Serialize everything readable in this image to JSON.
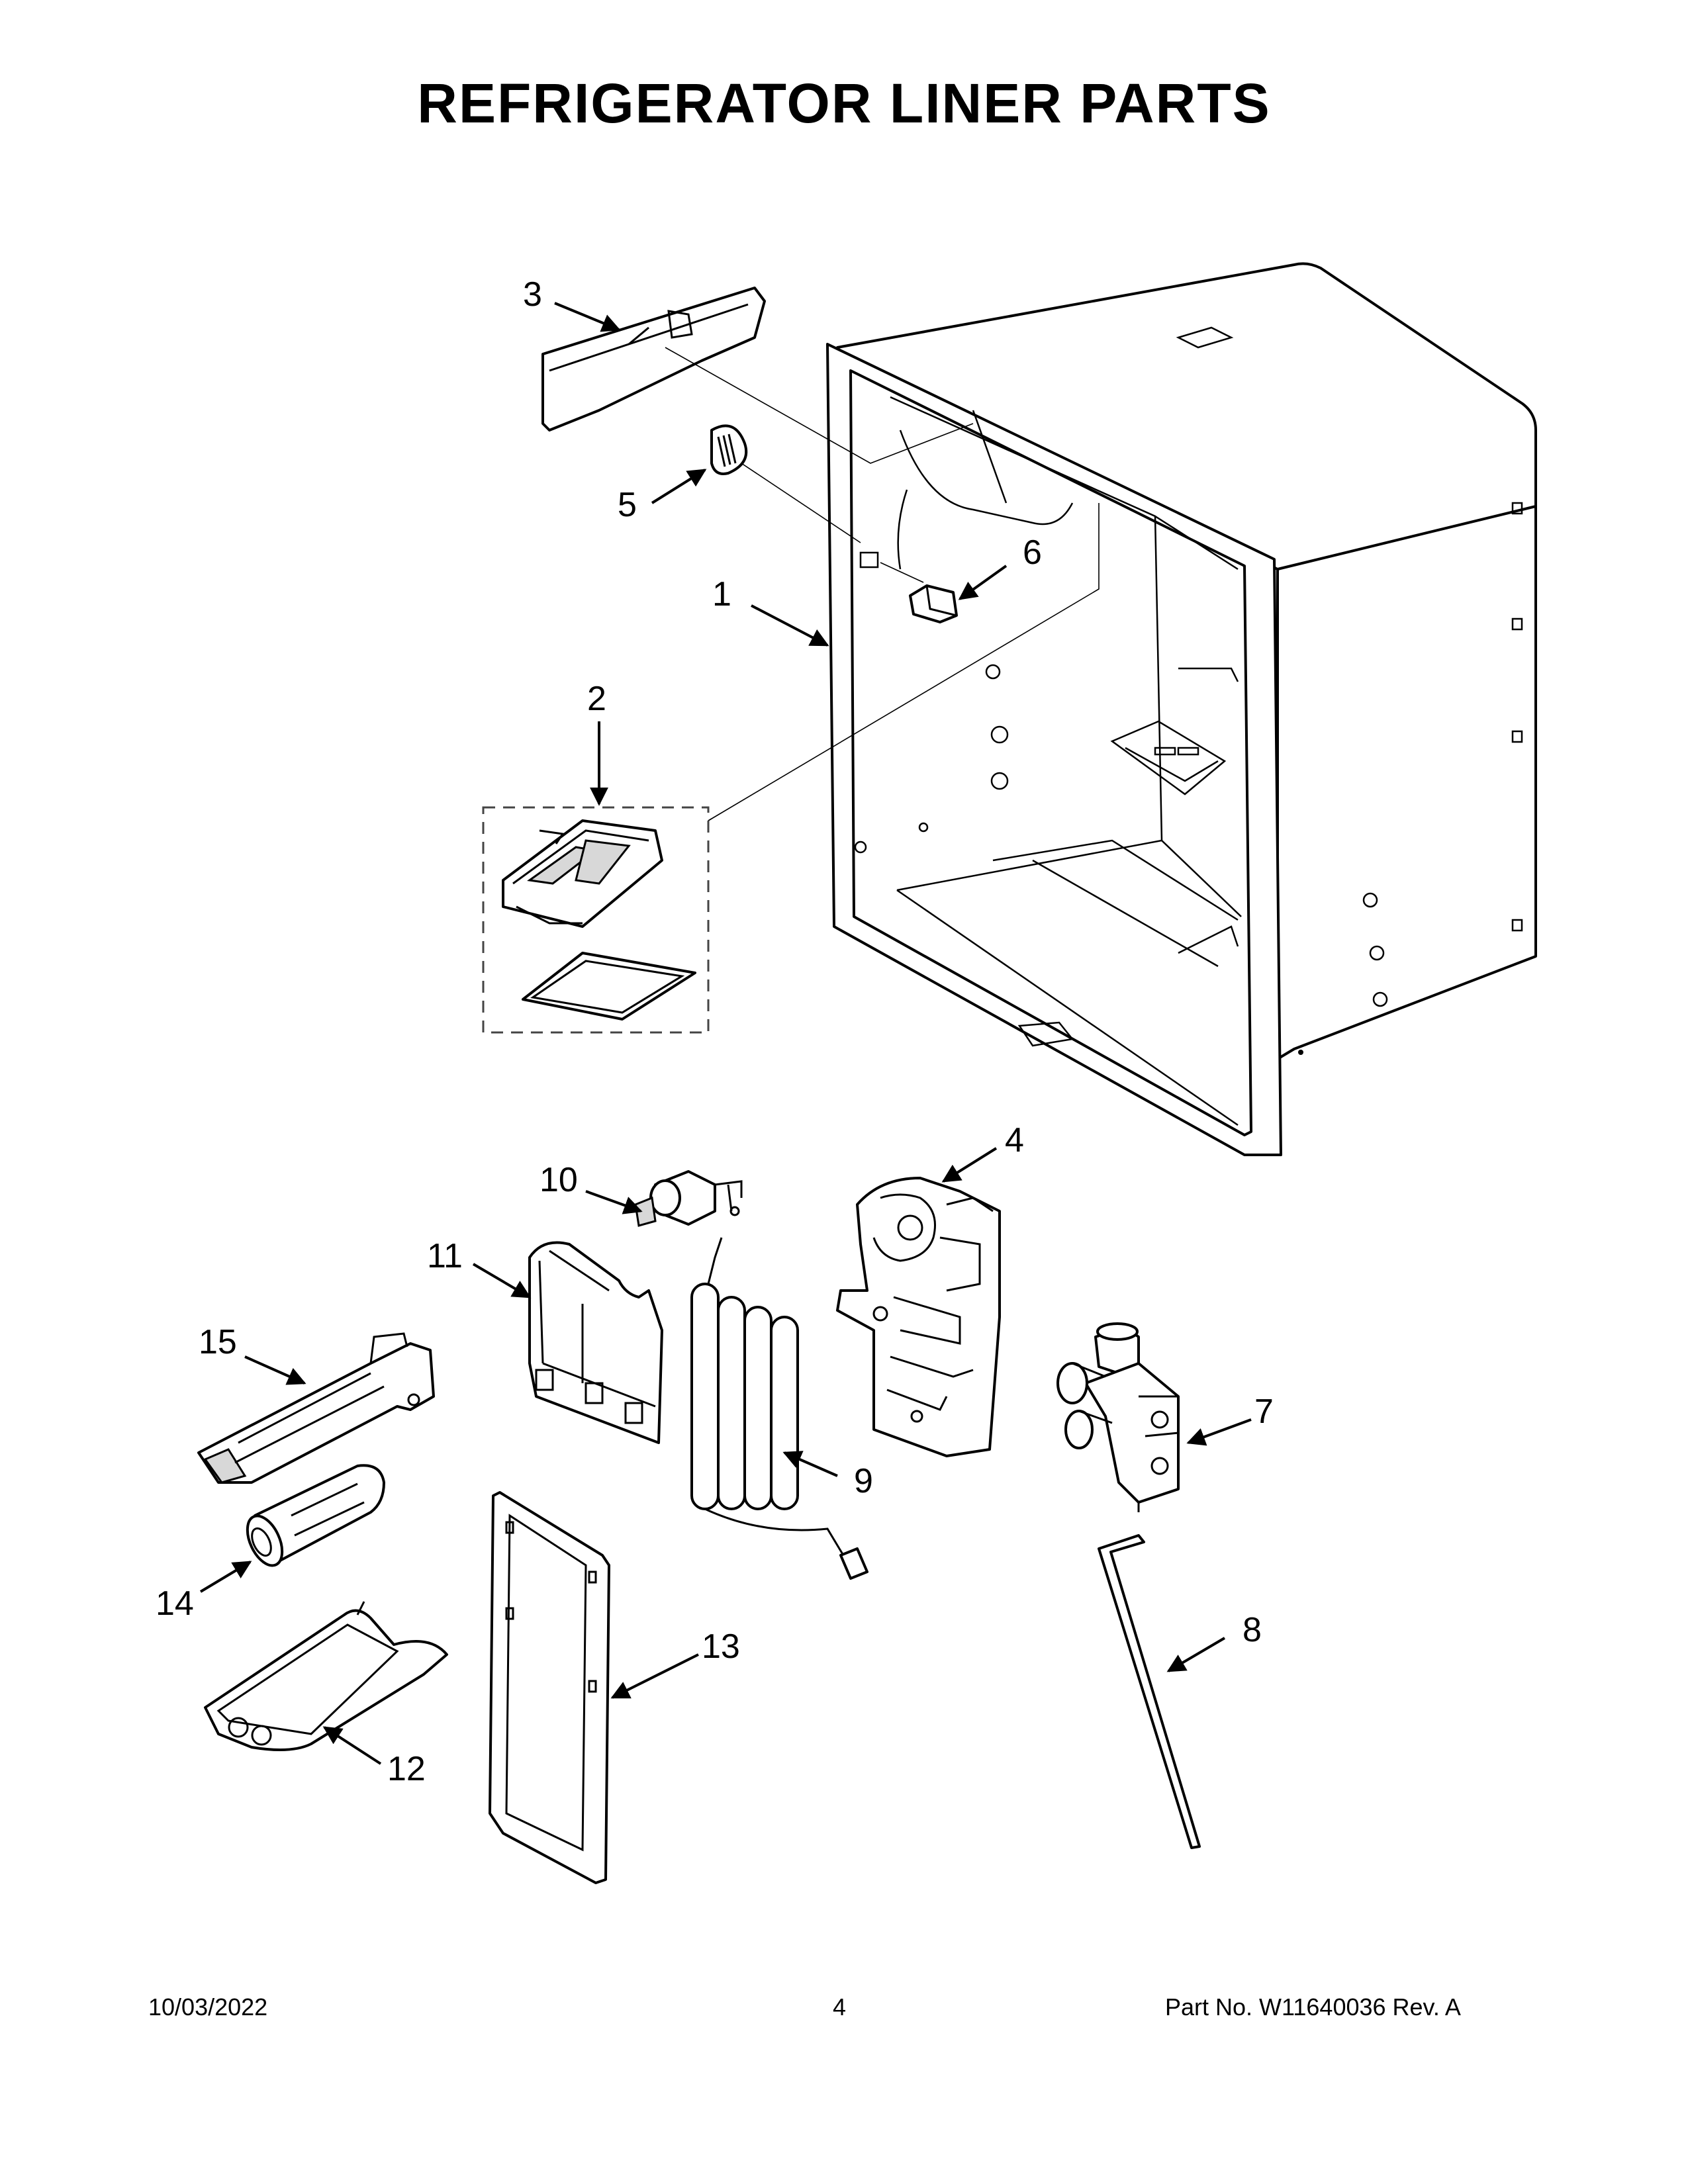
{
  "page": {
    "title": "REFRIGERATOR LINER PARTS",
    "footer": {
      "date": "10/03/2022",
      "page_number": "4",
      "part_number": "Part No.  W11640036  Rev.  A"
    }
  },
  "callouts": [
    {
      "id": "1",
      "label": "1"
    },
    {
      "id": "2",
      "label": "2"
    },
    {
      "id": "3",
      "label": "3"
    },
    {
      "id": "4",
      "label": "4"
    },
    {
      "id": "5",
      "label": "5"
    },
    {
      "id": "6",
      "label": "6"
    },
    {
      "id": "7",
      "label": "7"
    },
    {
      "id": "8",
      "label": "8"
    },
    {
      "id": "9",
      "label": "9"
    },
    {
      "id": "10",
      "label": "10"
    },
    {
      "id": "11",
      "label": "11"
    },
    {
      "id": "12",
      "label": "12"
    },
    {
      "id": "13",
      "label": "13"
    },
    {
      "id": "14",
      "label": "14"
    },
    {
      "id": "15",
      "label": "15"
    }
  ]
}
